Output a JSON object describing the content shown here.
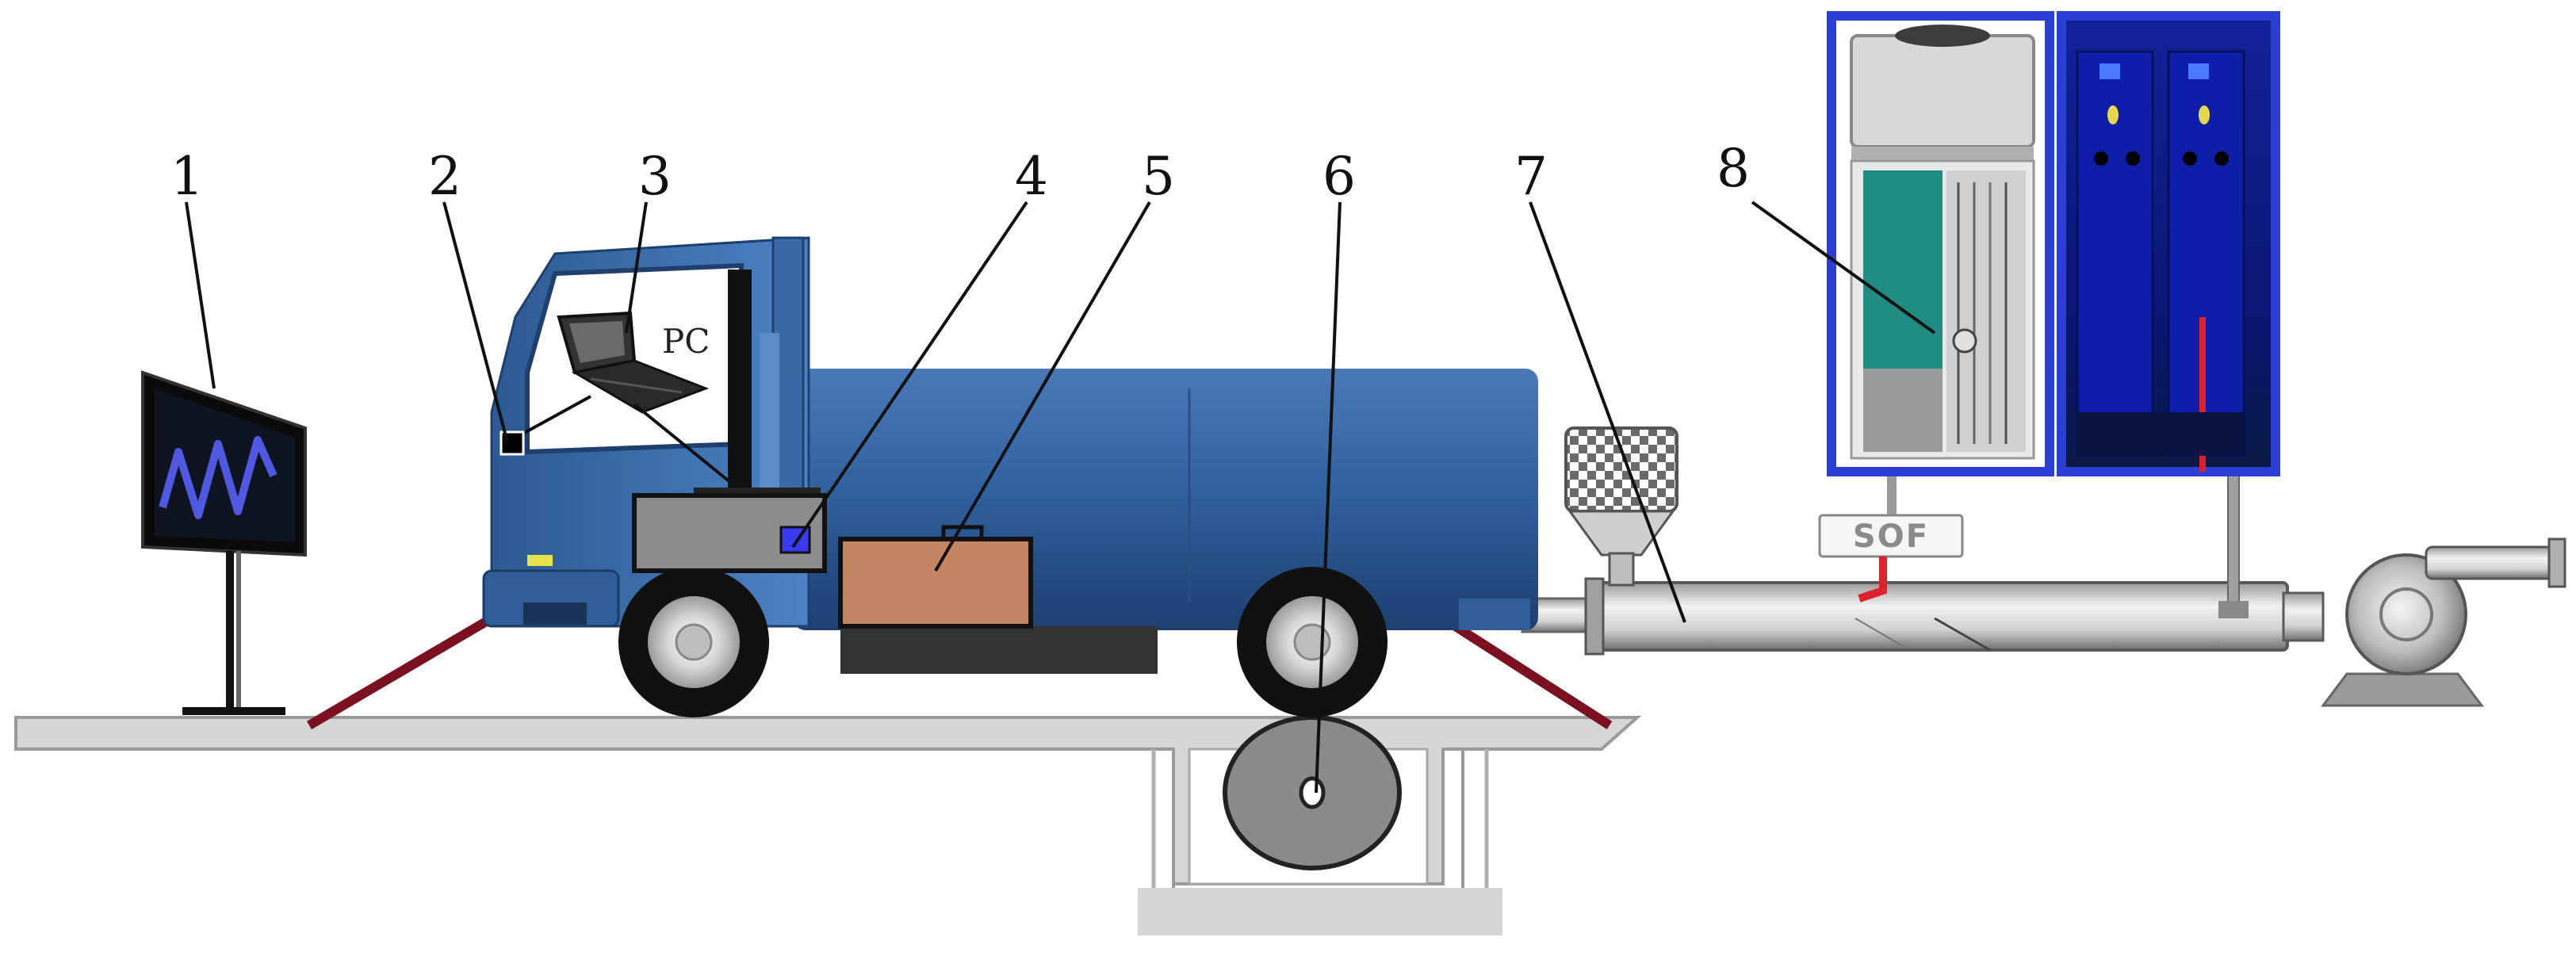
{
  "callouts": [
    {
      "id": "1",
      "label": "1"
    },
    {
      "id": "2",
      "label": "2"
    },
    {
      "id": "3",
      "label": "3"
    },
    {
      "id": "4",
      "label": "4"
    },
    {
      "id": "5",
      "label": "5"
    },
    {
      "id": "6",
      "label": "6"
    },
    {
      "id": "7",
      "label": "7"
    },
    {
      "id": "8",
      "label": "8"
    }
  ],
  "texts": {
    "pc": "PC",
    "sof": "SOF"
  },
  "colors": {
    "truck_body": "#2e5f99",
    "truck_cab": "#3a72b5",
    "ground": "#d9d9d9",
    "ramp": "#7a1020",
    "cabinet_frame": "#2b3fd6",
    "cabinet_inner": "#0a1a8a",
    "sampler_block": "#1e8c82",
    "brown_box": "#c58462",
    "gray_box": "#8c8c8c",
    "probe_red": "#e0202a",
    "monitor_wave": "#5057e0"
  },
  "icons": [
    "monitor-icon",
    "laptop-icon",
    "truck-icon",
    "roller-icon",
    "pump-icon",
    "filter-icon"
  ]
}
